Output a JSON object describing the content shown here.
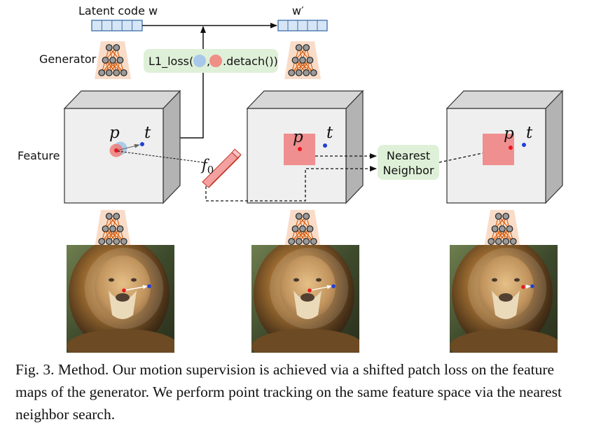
{
  "labels": {
    "latent_code": "Latent code w",
    "latent_prime": "w′",
    "generator": "Generator",
    "feature": "Feature",
    "loss_prefix": "L1_loss(",
    "loss_comma": ",",
    "loss_suffix": ".detach())",
    "nearest_line1": "Nearest",
    "nearest_line2": "Neighbor",
    "p": "p",
    "t": "t",
    "f0_base": "f",
    "f0_sub": "0"
  },
  "caption": "Fig. 3.  Method. Our motion supervision is achieved via a shifted patch loss on the feature maps of the generator. We perform point tracking on the same feature space via the nearest neighbor search.",
  "colors": {
    "handle_point": "#e8181d",
    "target_point": "#1f3fd6",
    "patch": "#f08f8f",
    "loss_box": "#dff0d8",
    "generator": "#f9dcc8",
    "latent": "#d6e6f6",
    "cube_front": "#efefef",
    "cube_top": "#d7d7d7",
    "cube_side": "#b3b3b3"
  }
}
